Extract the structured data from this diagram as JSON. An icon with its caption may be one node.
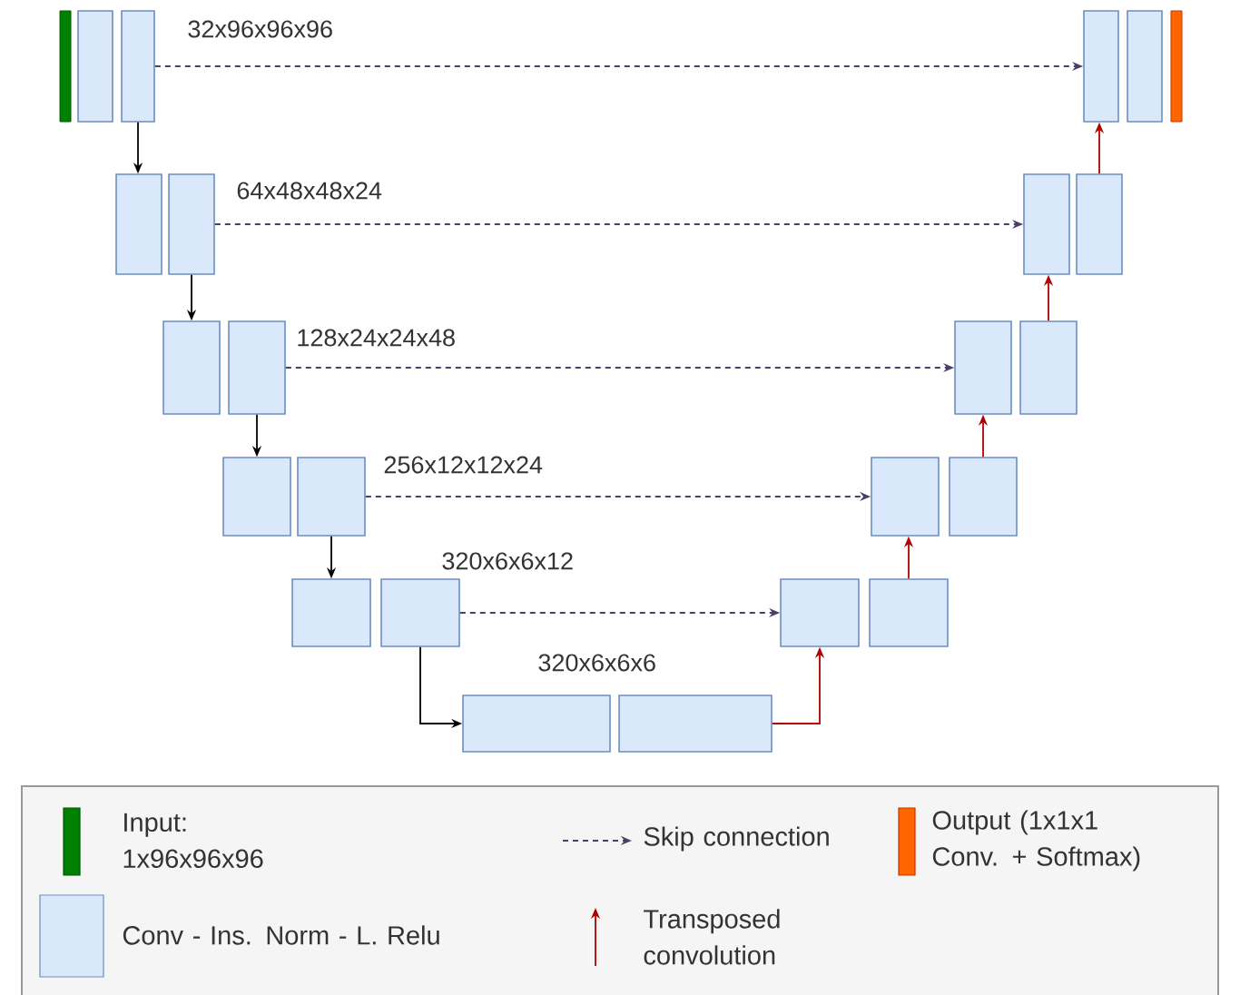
{
  "diagram": {
    "nodes": [
      {
        "text": [],
        "shape": "bar"
      },
      {
        "text": [],
        "shape": "box"
      },
      {
        "text": [],
        "shape": "box"
      },
      {
        "text": [],
        "shape": "box"
      },
      {
        "text": [],
        "shape": "box"
      },
      {
        "text": [],
        "shape": "bar"
      },
      {
        "text": [],
        "shape": "box"
      },
      {
        "text": [],
        "shape": "box"
      },
      {
        "text": [],
        "shape": "box"
      },
      {
        "text": [],
        "shape": "box"
      },
      {
        "text": [],
        "shape": "box"
      },
      {
        "text": [],
        "shape": "box"
      },
      {
        "text": [],
        "shape": "box"
      },
      {
        "text": [],
        "shape": "box"
      },
      {
        "text": [],
        "shape": "box"
      },
      {
        "text": [],
        "shape": "box"
      },
      {
        "text": [],
        "shape": "box"
      },
      {
        "text": [],
        "shape": "box"
      },
      {
        "text": [],
        "shape": "box"
      },
      {
        "text": [],
        "shape": "box"
      },
      {
        "text": [],
        "shape": "box"
      },
      {
        "text": [],
        "shape": "box"
      },
      {
        "text": [],
        "shape": "box"
      },
      {
        "text": [],
        "shape": "box"
      }
    ],
    "edges": [
      {
        "from": 2,
        "to": 6,
        "arrow": "to"
      },
      {
        "from": 7,
        "to": 10,
        "arrow": "to"
      },
      {
        "from": 11,
        "to": 14,
        "arrow": "to"
      },
      {
        "from": 15,
        "to": 18,
        "arrow": "to"
      },
      {
        "from": 19,
        "to": 22,
        "arrow": "to"
      },
      {
        "from": 23,
        "to": 20,
        "arrow": "to",
        "color": "#b20000"
      },
      {
        "from": 21,
        "to": 16,
        "arrow": "to",
        "color": "#b20000"
      },
      {
        "from": 17,
        "to": 12,
        "arrow": "to",
        "color": "#b20000"
      },
      {
        "from": 13,
        "to": 8,
        "arrow": "to",
        "color": "#b20000"
      },
      {
        "from": 9,
        "to": 3,
        "arrow": "to",
        "color": "#b20000"
      },
      {
        "from": 2,
        "to": 3,
        "arrow": "to",
        "style": "dashed",
        "color": "#4c3d6b"
      },
      {
        "from": 7,
        "to": 8,
        "arrow": "to",
        "style": "dashed",
        "color": "#4c3d6b"
      },
      {
        "from": 11,
        "to": 12,
        "arrow": "to",
        "style": "dashed",
        "color": "#4c3d6b"
      },
      {
        "from": 15,
        "to": 16,
        "arrow": "to",
        "style": "dashed",
        "color": "#4c3d6b"
      },
      {
        "from": 19,
        "to": 20,
        "arrow": "to",
        "style": "dashed",
        "color": "#4c3d6b"
      }
    ],
    "labels": [
      "32x96x96x96",
      "64x48x48x24",
      "128x24x24x48",
      "256x12x12x24",
      "320x6x6x12",
      "320x6x6x6"
    ],
    "legend": [
      {
        "text": "Input: 1x96x96x96",
        "color": "#008000"
      },
      {
        "text": "Skip connection"
      },
      {
        "text": "Output (1x1x1 Conv. + Softmax)",
        "color": "#ff6600"
      },
      {
        "text": "Conv - Ins. Norm - L. Relu",
        "color": "#dae8fc"
      },
      {
        "text": "Transposed convolution"
      }
    ]
  }
}
